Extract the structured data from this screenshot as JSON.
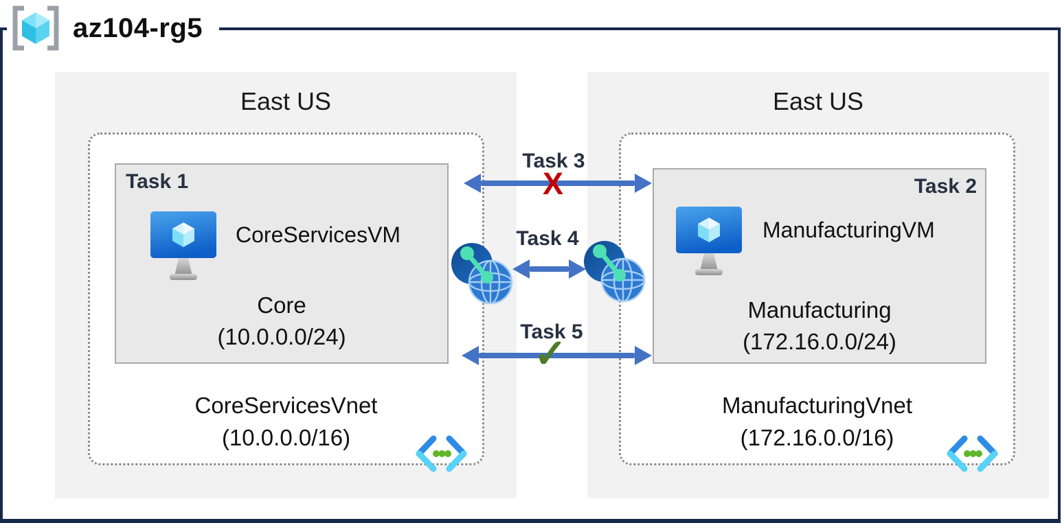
{
  "header": {
    "title": "az104-rg5",
    "icon": "resource-group-icon"
  },
  "regions": [
    {
      "location": "East US",
      "vnet": {
        "name": "CoreServicesVnet",
        "cidr": "(10.0.0.0/16)",
        "icon": "virtual-network-icon"
      },
      "subnet": {
        "task_label": "Task 1",
        "vm_name": "CoreServicesVM",
        "vm_icon": "virtual-machine-icon",
        "name": "Core",
        "cidr": "(10.0.0.0/24)"
      }
    },
    {
      "location": "East US",
      "vnet": {
        "name": "ManufacturingVnet",
        "cidr": "(172.16.0.0/16)",
        "icon": "virtual-network-icon"
      },
      "subnet": {
        "task_label": "Task 2",
        "vm_name": "ManufacturingVM",
        "vm_icon": "virtual-machine-icon",
        "name": "Manufacturing",
        "cidr": "(172.16.0.0/24)"
      }
    }
  ],
  "connections": [
    {
      "label": "Task 3",
      "marker": "X"
    },
    {
      "label": "Task 4",
      "marker": "",
      "endpoint_icon": "vnet-peering-icon"
    },
    {
      "label": "Task 5",
      "marker": "✓"
    }
  ],
  "colors": {
    "frame": "#17294a",
    "region_background": "#f2f2f2",
    "subnet_background": "#e9e9e9",
    "arrow_blue": "#4472c4",
    "blocked_x_red": "#c00000",
    "allowed_check_green": "#4f7b28",
    "task_label": "#273142",
    "vnet_chevron_blue": "#2e8ce4",
    "vnet_chevron_cyan": "#58d2f7",
    "vnet_dot_green": "#5fb62a"
  }
}
